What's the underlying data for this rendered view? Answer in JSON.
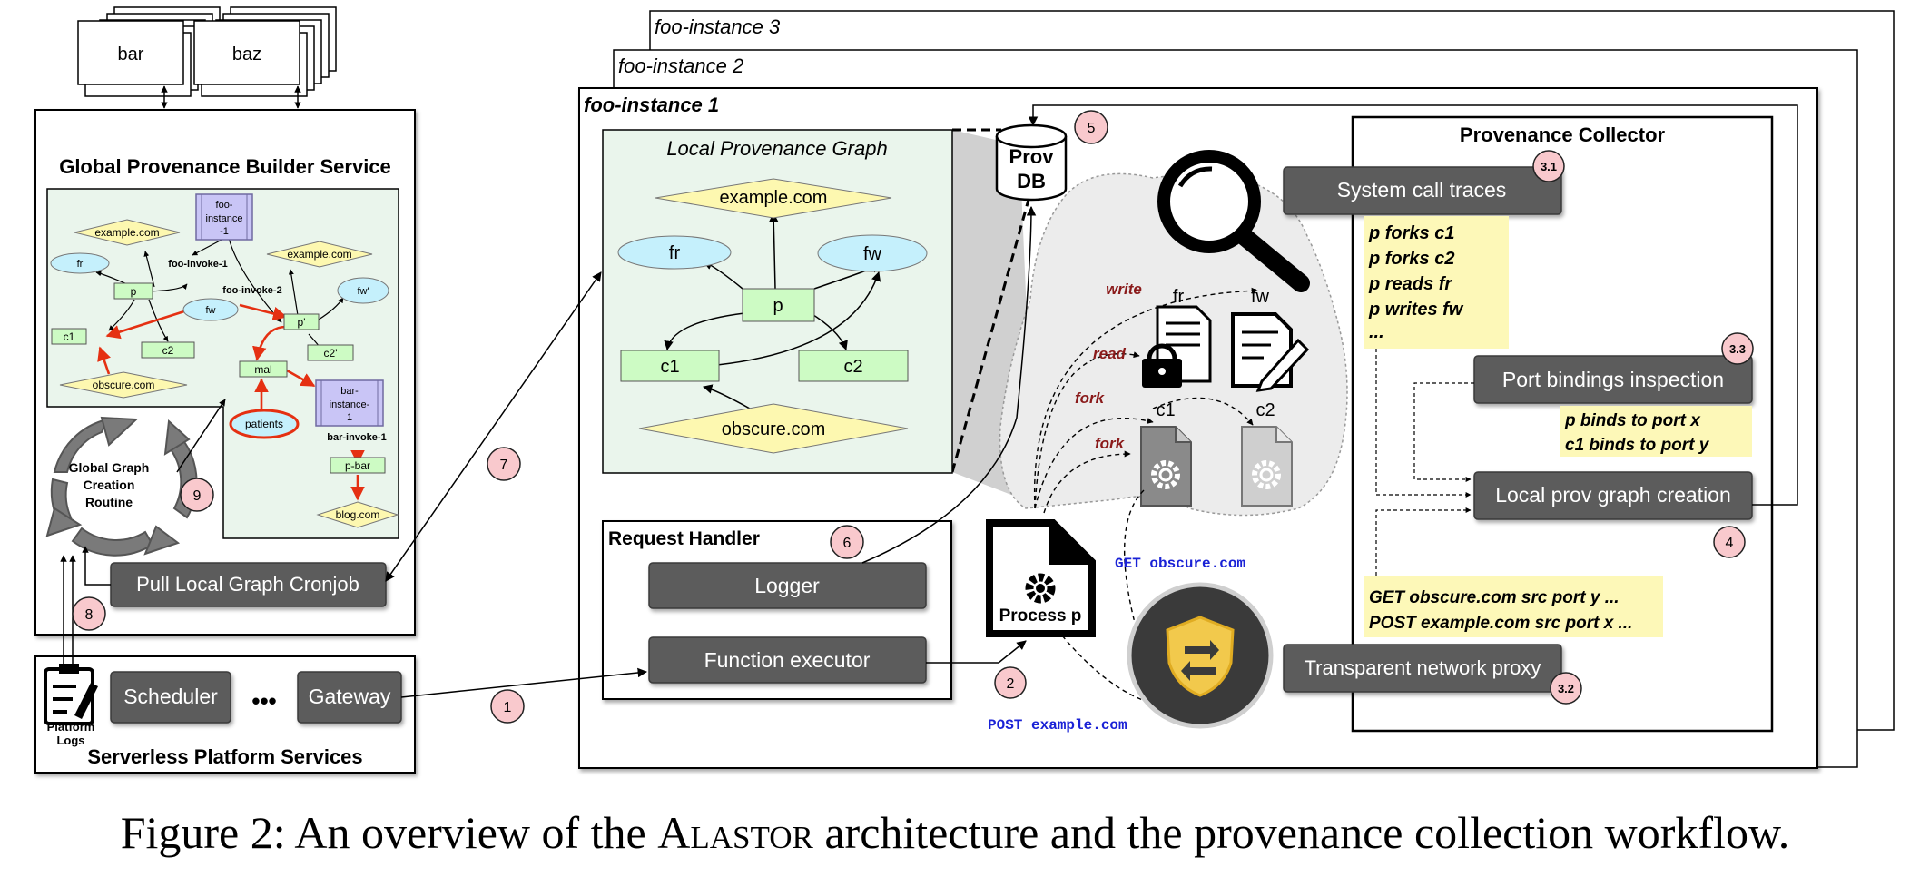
{
  "figure": {
    "caption_prefix": "Figure 2: An overview of the ",
    "caption_name": "Alastor",
    "caption_suffix": " architecture and the provenance collection workflow."
  },
  "top_boxes": {
    "bar": "bar",
    "baz": "baz"
  },
  "global_builder": {
    "title": "Global Provenance Builder Service",
    "routine": [
      "Global Graph",
      "Creation",
      "Routine"
    ],
    "cronjob": "Pull Local Graph Cronjob",
    "graph": {
      "example1": "example.com",
      "example2": "example.com",
      "foo_instance": [
        "foo-",
        "instance",
        "-1"
      ],
      "bar_instance": [
        "bar-",
        "instance-",
        "1"
      ],
      "fr": "fr",
      "fw": "fw",
      "fw_prime": "fw'",
      "p": "p",
      "p_prime": "p'",
      "c1": "c1",
      "c2": "c2",
      "c2_prime": "c2'",
      "mal": "mal",
      "obscure": "obscure.com",
      "patients": "patients",
      "p_bar": "p-bar",
      "blog": "blog.com",
      "foo_invoke_1": "foo-invoke-1",
      "foo_invoke_2": "foo-invoke-2",
      "bar_invoke_1": "bar-invoke-1"
    }
  },
  "platform": {
    "title": "Serverless Platform Services",
    "logs_label": [
      "Platform",
      "Logs"
    ],
    "scheduler": "Scheduler",
    "ellipsis": "•••",
    "gateway": "Gateway"
  },
  "instances": {
    "inst3": "foo-instance 3",
    "inst2": "foo-instance 2",
    "inst1": "foo-instance 1"
  },
  "local_graph": {
    "title": "Local Provenance Graph",
    "example": "example.com",
    "fr": "fr",
    "fw": "fw",
    "p": "p",
    "c1": "c1",
    "c2": "c2",
    "obscure": "obscure.com"
  },
  "prov_db": [
    "Prov",
    "DB"
  ],
  "request_handler": {
    "title": "Request Handler",
    "logger": "Logger",
    "executor": "Function executor"
  },
  "process": "Process p",
  "network": {
    "get": "GET obscure.com",
    "post": "POST example.com"
  },
  "syscalls": {
    "write": "write",
    "read": "read",
    "fork1": "fork",
    "fork2": "fork",
    "fr": "fr",
    "fw": "fw",
    "c1": "c1",
    "c2": "c2"
  },
  "collector": {
    "title": "Provenance Collector",
    "syscall_traces": "System call traces",
    "trace_lines": [
      "p forks c1",
      "p forks c2",
      "p reads fr",
      "p writes fw",
      "..."
    ],
    "port_inspection": "Port bindings inspection",
    "port_lines": [
      "p binds to port x",
      "c1 binds to port y"
    ],
    "local_creation": "Local prov graph creation",
    "proxy_lines": [
      "GET obscure.com src port y ...",
      "POST example.com src port x ..."
    ],
    "proxy": "Transparent network proxy"
  },
  "steps": {
    "s1": "1",
    "s2": "2",
    "s31": "3.1",
    "s32": "3.2",
    "s33": "3.3",
    "s4": "4",
    "s5": "5",
    "s6": "6",
    "s7": "7",
    "s8": "8",
    "s9": "9"
  }
}
